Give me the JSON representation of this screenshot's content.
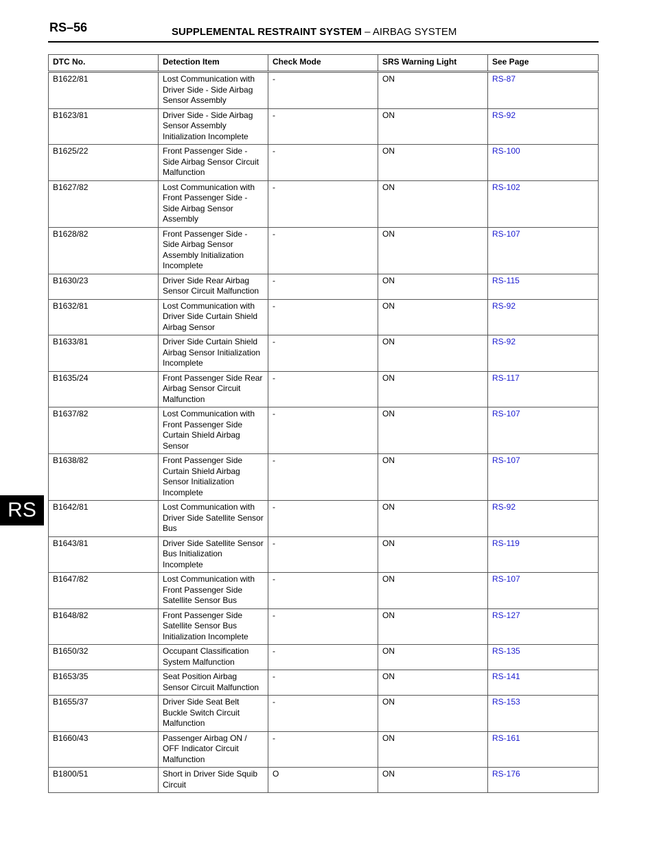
{
  "header": {
    "page_number": "RS–56",
    "title_bold": "SUPPLEMENTAL RESTRAINT SYSTEM",
    "title_sep": " – ",
    "title_rest": "AIRBAG SYSTEM"
  },
  "side_tab": "RS",
  "table": {
    "columns": [
      "DTC No.",
      "Detection Item",
      "Check Mode",
      "SRS Warning Light",
      "See Page"
    ],
    "rows": [
      {
        "dtc": "B1622/81",
        "item": "Lost Communication with Driver Side - Side Airbag Sensor Assembly",
        "mode": "-",
        "light": "ON",
        "page": "RS-87"
      },
      {
        "dtc": "B1623/81",
        "item": "Driver Side - Side Airbag Sensor Assembly Initialization Incomplete",
        "mode": "-",
        "light": "ON",
        "page": "RS-92"
      },
      {
        "dtc": "B1625/22",
        "item": "Front Passenger Side - Side Airbag Sensor Circuit Malfunction",
        "mode": "-",
        "light": "ON",
        "page": "RS-100"
      },
      {
        "dtc": "B1627/82",
        "item": "Lost Communication with Front Passenger Side - Side Airbag Sensor Assembly",
        "mode": "-",
        "light": "ON",
        "page": "RS-102"
      },
      {
        "dtc": "B1628/82",
        "item": "Front Passenger Side - Side Airbag Sensor Assembly Initialization Incomplete",
        "mode": "-",
        "light": "ON",
        "page": "RS-107"
      },
      {
        "dtc": "B1630/23",
        "item": "Driver Side Rear Airbag Sensor Circuit Malfunction",
        "mode": "-",
        "light": "ON",
        "page": "RS-115"
      },
      {
        "dtc": "B1632/81",
        "item": "Lost Communication with Driver Side Curtain Shield Airbag Sensor",
        "mode": "-",
        "light": "ON",
        "page": "RS-92"
      },
      {
        "dtc": "B1633/81",
        "item": "Driver Side Curtain Shield Airbag Sensor Initialization Incomplete",
        "mode": "-",
        "light": "ON",
        "page": "RS-92"
      },
      {
        "dtc": "B1635/24",
        "item": "Front Passenger Side Rear Airbag Sensor Circuit Malfunction",
        "mode": "-",
        "light": "ON",
        "page": "RS-117"
      },
      {
        "dtc": "B1637/82",
        "item": "Lost Communication with Front Passenger Side Curtain Shield Airbag Sensor",
        "mode": "-",
        "light": "ON",
        "page": "RS-107"
      },
      {
        "dtc": "B1638/82",
        "item": "Front Passenger Side Curtain Shield Airbag Sensor Initialization Incomplete",
        "mode": "-",
        "light": "ON",
        "page": "RS-107"
      },
      {
        "dtc": "B1642/81",
        "item": "Lost Communication with Driver Side Satellite Sensor Bus",
        "mode": "-",
        "light": "ON",
        "page": "RS-92"
      },
      {
        "dtc": "B1643/81",
        "item": "Driver Side Satellite Sensor Bus Initialization Incomplete",
        "mode": "-",
        "light": "ON",
        "page": "RS-119"
      },
      {
        "dtc": "B1647/82",
        "item": "Lost Communication with Front Passenger Side Satellite Sensor Bus",
        "mode": "-",
        "light": "ON",
        "page": "RS-107"
      },
      {
        "dtc": "B1648/82",
        "item": "Front Passenger Side Satellite Sensor Bus Initialization Incomplete",
        "mode": "-",
        "light": "ON",
        "page": "RS-127"
      },
      {
        "dtc": "B1650/32",
        "item": "Occupant Classification System Malfunction",
        "mode": "-",
        "light": "ON",
        "page": "RS-135"
      },
      {
        "dtc": "B1653/35",
        "item": "Seat Position Airbag Sensor Circuit Malfunction",
        "mode": "-",
        "light": "ON",
        "page": "RS-141"
      },
      {
        "dtc": "B1655/37",
        "item": "Driver Side Seat Belt Buckle Switch Circuit Malfunction",
        "mode": "-",
        "light": "ON",
        "page": "RS-153"
      },
      {
        "dtc": "B1660/43",
        "item": "Passenger Airbag ON / OFF Indicator Circuit Malfunction",
        "mode": "-",
        "light": "ON",
        "page": "RS-161"
      },
      {
        "dtc": "B1800/51",
        "item": "Short in Driver Side Squib Circuit",
        "mode": "O",
        "light": "ON",
        "page": "RS-176"
      }
    ]
  }
}
